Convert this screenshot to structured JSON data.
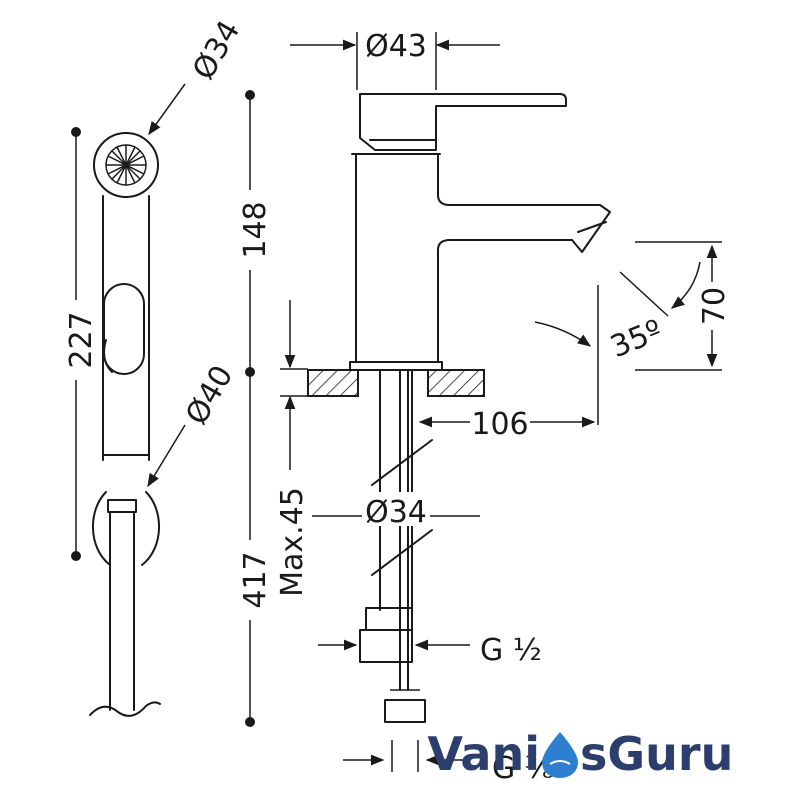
{
  "dimensions": {
    "hand_shower_head_diameter": "Ø34",
    "hand_shower_length": "227",
    "hand_shower_holder_diameter": "Ø40",
    "spout_top_diameter": "Ø43",
    "upper_height": "148",
    "total_height": "417",
    "max_counter_thickness": "Max.45",
    "spout_reach": "106",
    "spout_height": "70",
    "spout_angle": "35º",
    "shank_diameter": "Ø34",
    "connection_thread_main": "G ½",
    "connection_thread_hose": "G ⅜"
  },
  "watermark": {
    "left": "Vani",
    "right": "sGuru",
    "drop_icon": "water-drop-icon"
  },
  "colors": {
    "line": "#1a1a1a",
    "watermark_text": "#2c3e6b",
    "watermark_drop": "#2f7fd0"
  }
}
